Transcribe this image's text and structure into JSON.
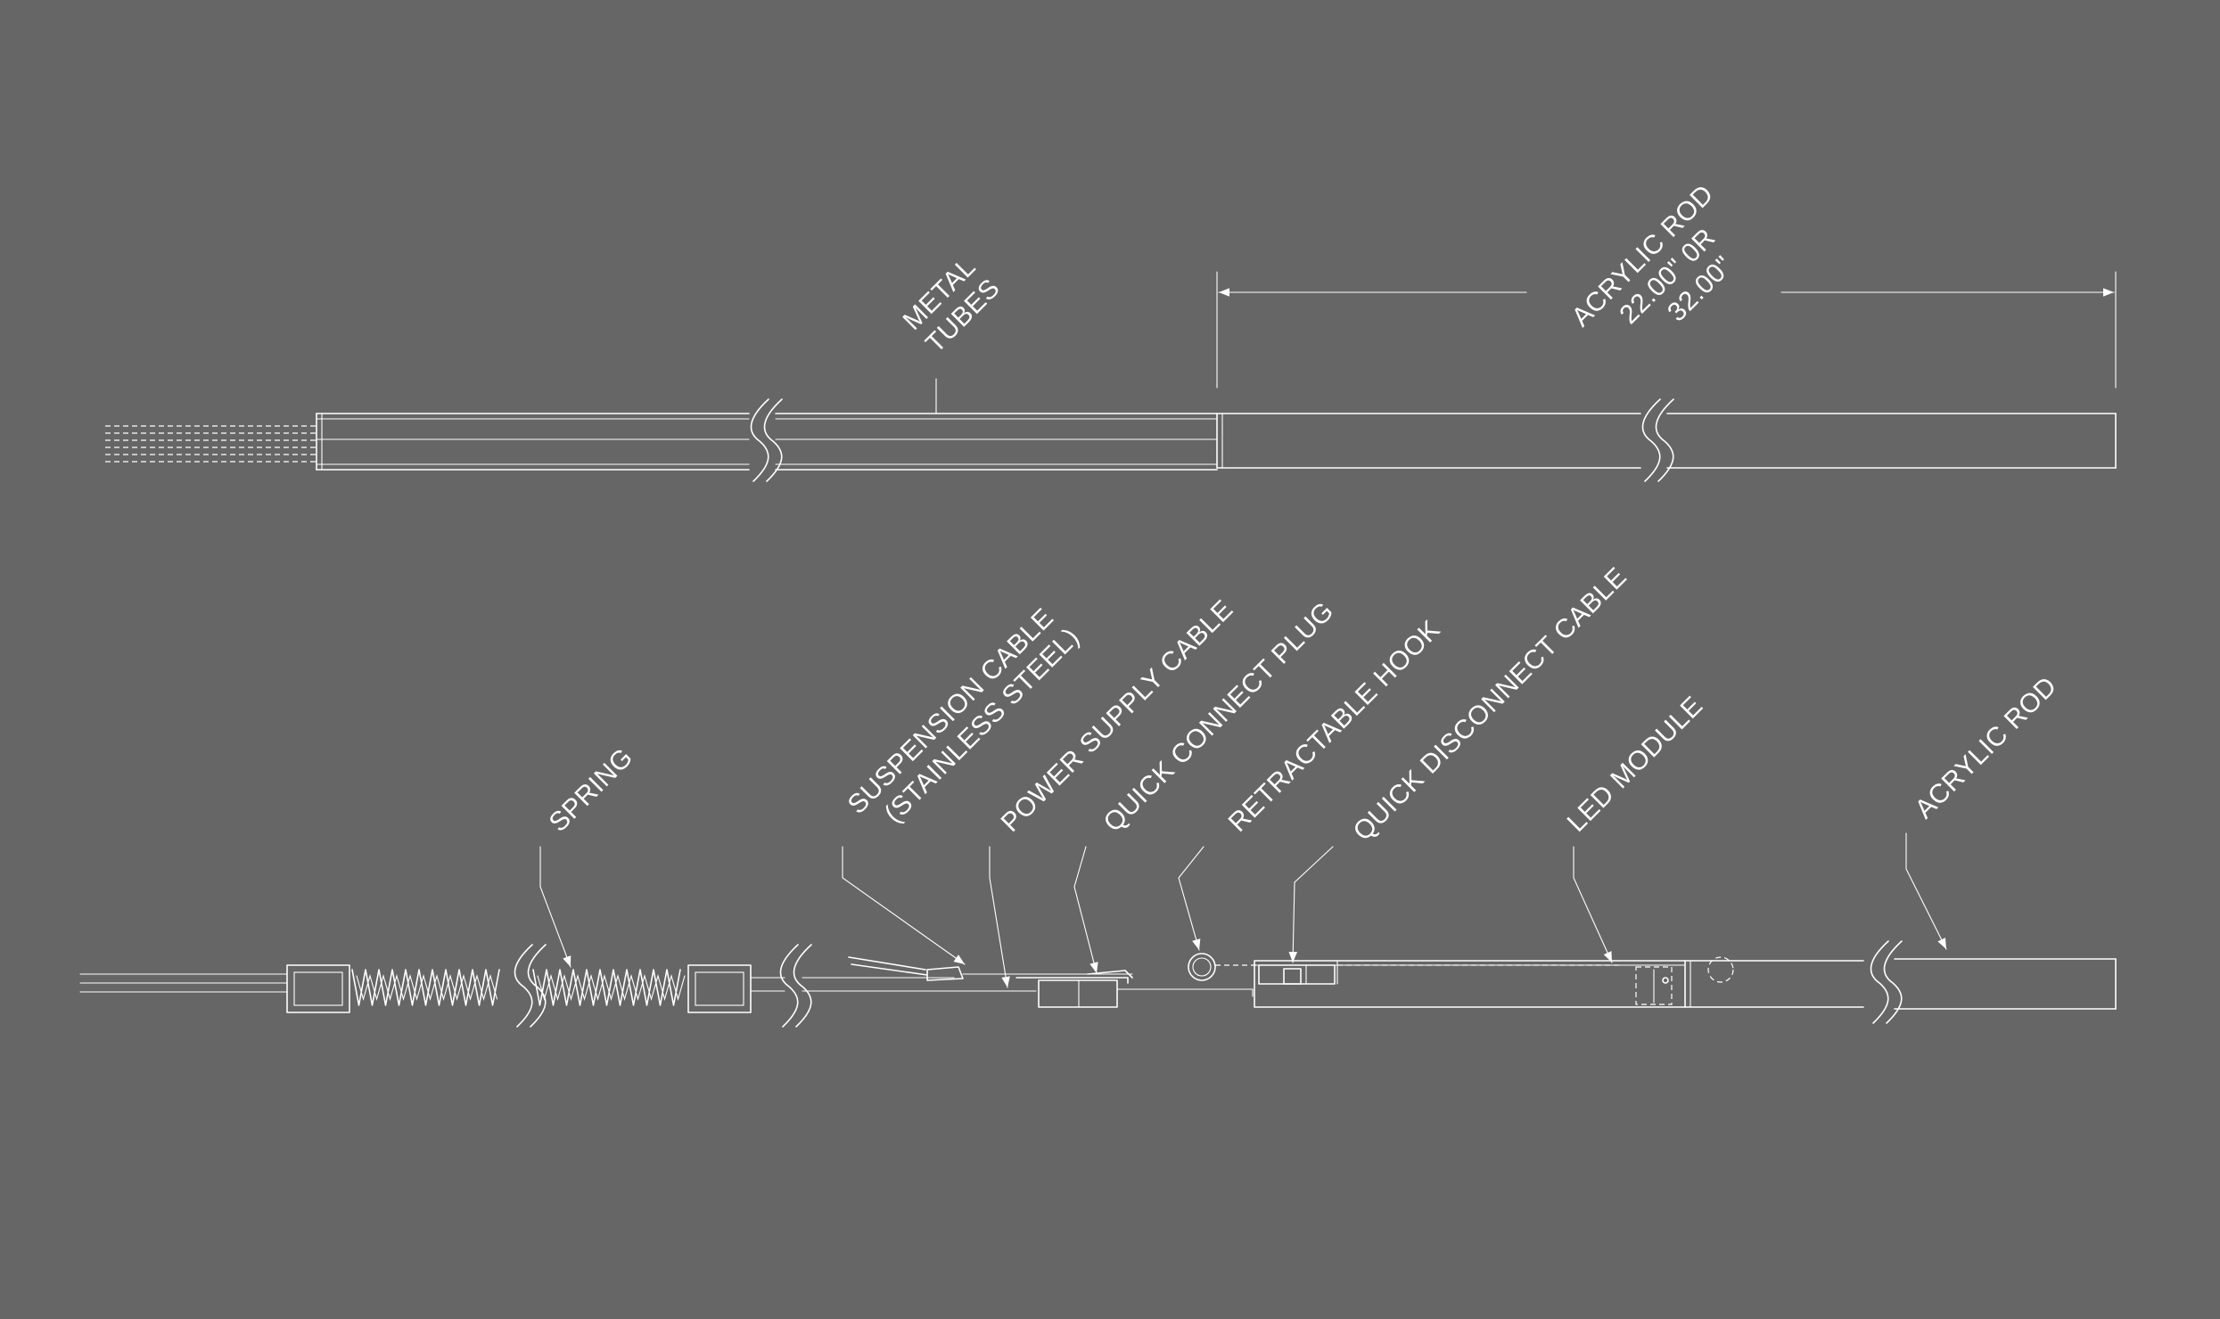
{
  "top_view": {
    "metal_tubes_label": [
      "METAL",
      "TUBES"
    ],
    "acrylic_rod_dimension": [
      "ACRYLIC ROD",
      "22.00\" 0R",
      "32.00\""
    ]
  },
  "bottom_view": {
    "labels": {
      "spring": "SPRING",
      "suspension_cable": [
        "SUSPENSION CABLE",
        "(STAINLESS STEEL)"
      ],
      "power_supply_cable": "POWER SUPPLY CABLE",
      "quick_connect_plug": "QUICK CONNECT PLUG",
      "retractable_hook": "RETRACTABLE HOOK",
      "quick_disconnect_cable": "QUICK DISCONNECT CABLE",
      "led_module": "LED MODULE",
      "acrylic_rod": "ACRYLIC ROD"
    }
  },
  "colors": {
    "background": "#666666",
    "linework": "#ffffff"
  }
}
